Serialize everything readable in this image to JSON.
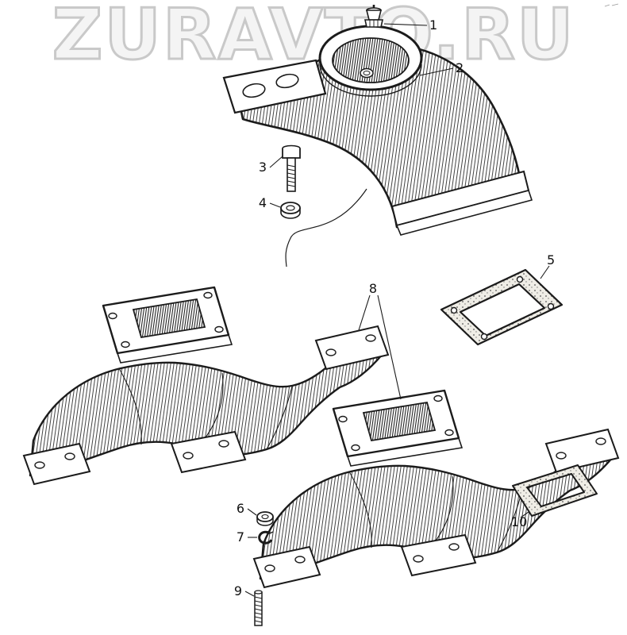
{
  "watermark": {
    "text": "ZURAVTO.RU"
  },
  "diagram": {
    "callouts": [
      "1",
      "2",
      "3",
      "4",
      "5",
      "6",
      "7",
      "8",
      "9",
      "10"
    ]
  },
  "colors": {
    "line": "#1b1b1b",
    "watermark_outline": "#c9c9c9",
    "paper": "#ffffff",
    "gasket_fill": "#efede6"
  }
}
